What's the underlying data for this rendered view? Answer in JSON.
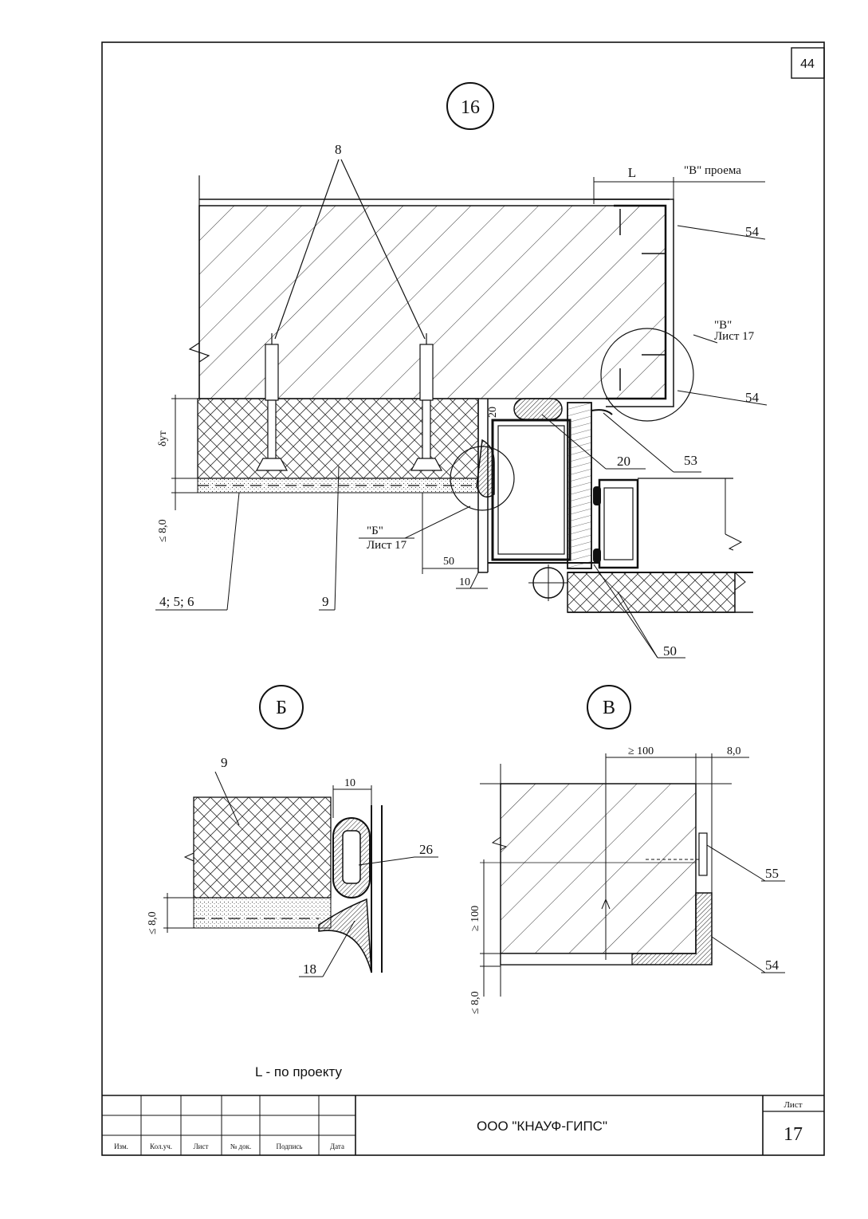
{
  "sheet": {
    "corner_page": "44",
    "sheet_label": "Лист",
    "sheet_number": "17",
    "company": "ООО \"КНАУФ-ГИПС\"",
    "footnote": "L - по проекту",
    "stamp_headers": [
      "Изм.",
      "Кол.уч.",
      "Лист",
      "№ док.",
      "Подпись",
      "Дата"
    ]
  },
  "detail16": {
    "marker": "16",
    "labels": {
      "n8": "8",
      "L": "L",
      "v_opening": "\"В\" проема",
      "n54a": "54",
      "v_ref_letter": "\"В\"",
      "v_ref_sheet": "Лист 17",
      "n54b": "54",
      "n53": "53",
      "n20a": "20",
      "n20b": "20",
      "b_ref_letter": "\"Б\"",
      "b_ref_sheet": "Лист 17",
      "d50": "50",
      "d10": "10",
      "delta": "δут",
      "le8": "≤ 8,0",
      "n456": "4; 5; 6",
      "n9": "9",
      "n50": "50"
    }
  },
  "detailB": {
    "marker": "Б",
    "labels": {
      "n9": "9",
      "d10": "10",
      "n26": "26",
      "le8": "≤ 8,0",
      "n18": "18"
    }
  },
  "detailV": {
    "marker": "В",
    "labels": {
      "ge100a": "≥ 100",
      "d8": "8,0",
      "n55": "55",
      "ge100b": "≥ 100",
      "le8": "≤ 8,0",
      "n54": "54"
    }
  }
}
